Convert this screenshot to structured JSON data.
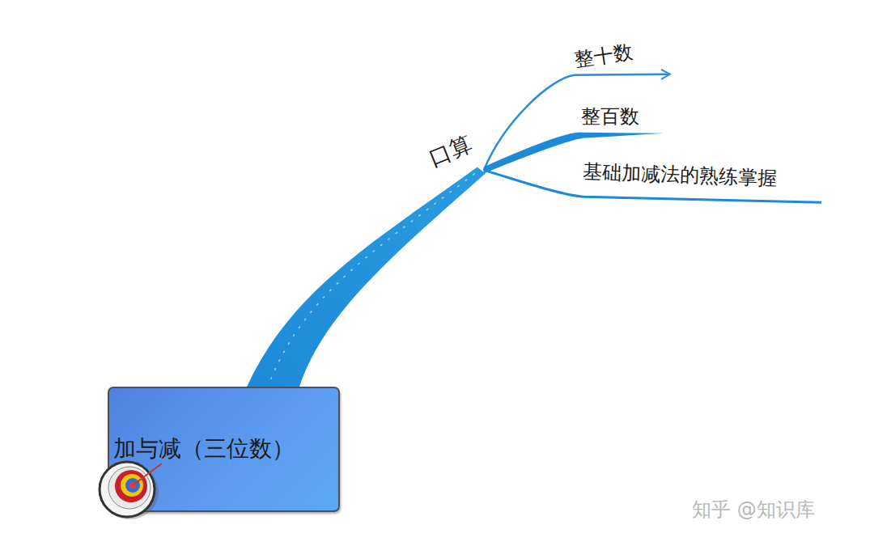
{
  "diagram": {
    "nodes": [
      {
        "text": [
          "加与减（三位数）"
        ]
      },
      {
        "text": [
          "口算"
        ]
      },
      {
        "text": [
          "整十数"
        ]
      },
      {
        "text": [
          "整百数"
        ]
      },
      {
        "text": [
          "基础加减法的熟练掌握"
        ]
      }
    ],
    "edges": [
      {
        "from": 0,
        "to": 1,
        "arrow": "none"
      },
      {
        "from": 1,
        "to": 2,
        "arrow": "to"
      },
      {
        "from": 1,
        "to": 3,
        "arrow": "none"
      },
      {
        "from": 1,
        "to": 4,
        "arrow": "none"
      }
    ],
    "labels": [
      "知乎 @知识库"
    ]
  }
}
